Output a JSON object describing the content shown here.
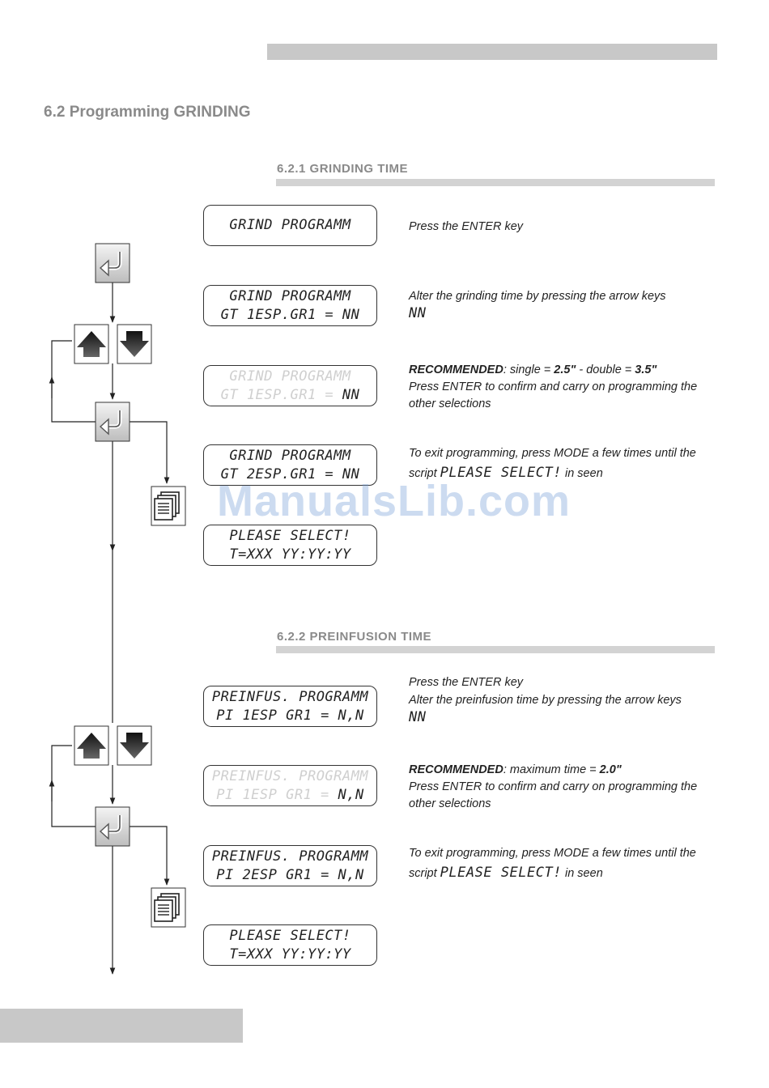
{
  "section": {
    "title": "6.2  Programming GRINDING"
  },
  "grinding": {
    "title": "6.2.1  GRINDING TIME",
    "displays": [
      {
        "line1": "GRIND PROGRAMM"
      },
      {
        "line1": "GRIND PROGRAMM",
        "line2": "GT 1ESP.GR1 = NN"
      },
      {
        "line1": "GRIND PROGRAMM",
        "line2a": "GT 1ESP.GR1 = ",
        "line2b": "NN"
      },
      {
        "line1": "GRIND PROGRAMM",
        "line2": "GT 2ESP.GR1 = NN"
      },
      {
        "line1": "PLEASE SELECT!",
        "line2": "T=XXX  YY:YY:YY"
      }
    ],
    "desc1": "Press the ENTER key",
    "desc2": "Alter the grinding time by pressing the arrow keys",
    "desc2_seg": "NN",
    "desc3_bold": "RECOMMENDED",
    "desc3_mid": ":  single = ",
    "desc3_v1": "2.5\"",
    "desc3_sep": " -  double = ",
    "desc3_v2": "3.5\"",
    "desc3_line2": "Press ENTER to confirm and carry on programming the other selections",
    "desc4_line1": "To exit programming, press MODE a few times until the",
    "desc4_pre": "script ",
    "desc4_seg": "PLEASE SELECT!",
    "desc4_post": " in seen"
  },
  "preinfusion": {
    "title": "6.2.2  PREINFUSION TIME",
    "displays": [
      {
        "line1": "PREINFUS. PROGRAMM",
        "line2": "PI 1ESP GR1 = N,N"
      },
      {
        "line1": "PREINFUS. PROGRAMM",
        "line2a": "PI 1ESP GR1 = ",
        "line2b": "N,N"
      },
      {
        "line1": "PREINFUS. PROGRAMM",
        "line2": "PI 2ESP GR1 = N,N"
      },
      {
        "line1": "PLEASE SELECT!",
        "line2": "T=XXX  YY:YY:YY"
      }
    ],
    "desc1": "Press the ENTER key",
    "desc2": "Alter the preinfusion time by pressing the arrow keys",
    "desc2_seg": "NN",
    "desc3_bold": "RECOMMENDED",
    "desc3_mid": ": maximum time = ",
    "desc3_v1": "2.0\"",
    "desc3_line2": "Press ENTER to confirm and carry on programming the other selections",
    "desc4_line1": "To exit programming, press MODE a few times until the",
    "desc4_pre": "script ",
    "desc4_seg": "PLEASE SELECT!",
    "desc4_post": " in seen"
  },
  "watermark": "ManualsLib.com",
  "icons": [
    "enter-key-icon",
    "arrow-up-key-icon",
    "arrow-down-key-icon",
    "mode-key-icon"
  ]
}
